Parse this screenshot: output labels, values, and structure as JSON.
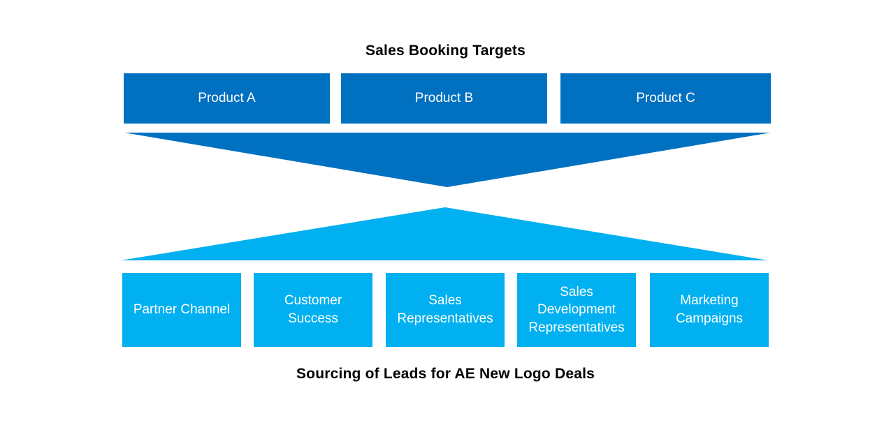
{
  "colors": {
    "dark_blue": "#0070C0",
    "light_blue": "#00B0F0",
    "text_on_blue": "#FFFFFF",
    "title_text": "#000000",
    "background": "#FFFFFF"
  },
  "top_section": {
    "title": "Sales Booking Targets",
    "boxes": [
      {
        "label": "Product A"
      },
      {
        "label": "Product B"
      },
      {
        "label": "Product C"
      }
    ]
  },
  "bottom_section": {
    "title": "Sourcing of Leads for AE New Logo Deals",
    "boxes": [
      {
        "label": "Partner Channel"
      },
      {
        "label": "Customer Success"
      },
      {
        "label": "Sales Representatives"
      },
      {
        "label": "Sales Development Representatives"
      },
      {
        "label": "Marketing Campaigns"
      }
    ]
  }
}
